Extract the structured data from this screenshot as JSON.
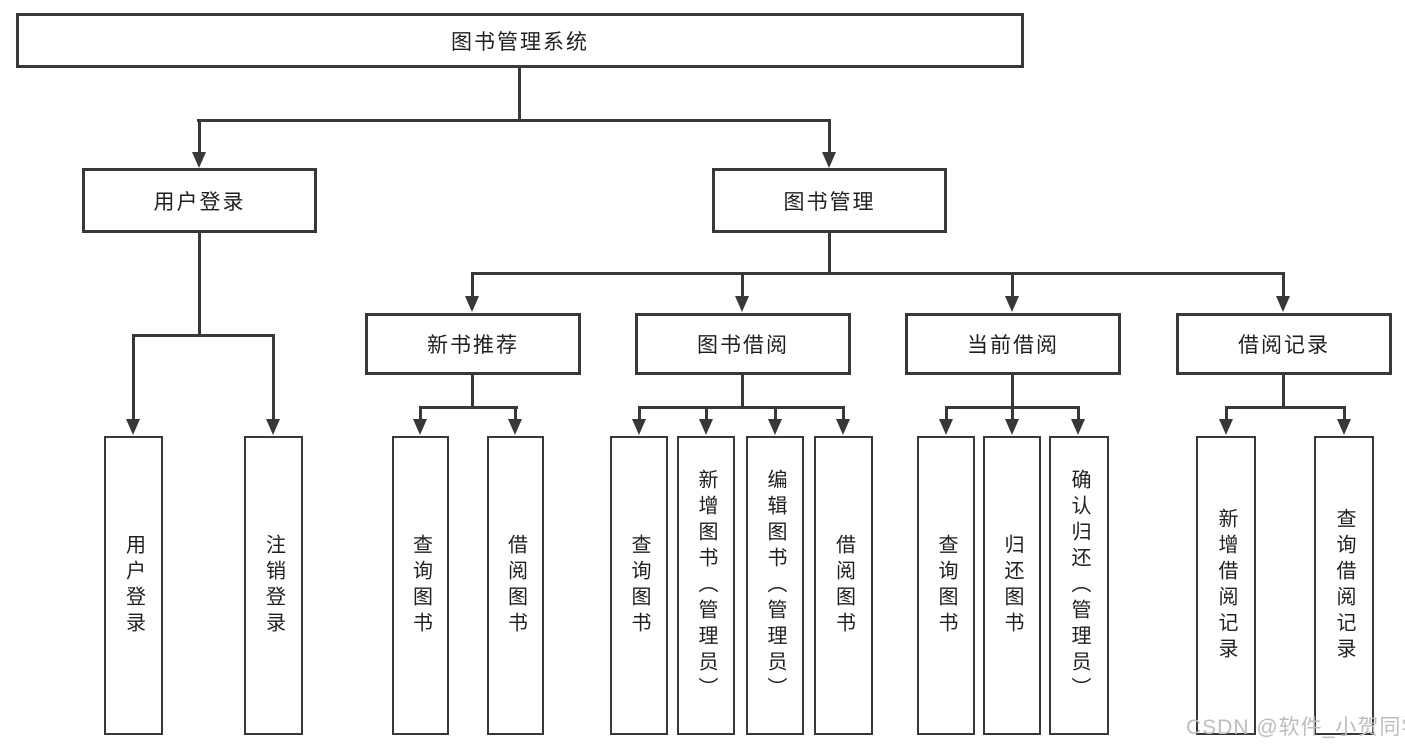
{
  "diagram": {
    "type": "hierarchy-tree",
    "root": {
      "label": "图书管理系统",
      "children": [
        {
          "label": "用户登录",
          "children": [
            {
              "label": "用户登录"
            },
            {
              "label": "注销登录"
            }
          ]
        },
        {
          "label": "图书管理",
          "children": [
            {
              "label": "新书推荐",
              "children": [
                {
                  "label": "查询图书"
                },
                {
                  "label": "借阅图书"
                }
              ]
            },
            {
              "label": "图书借阅",
              "children": [
                {
                  "label": "查询图书"
                },
                {
                  "label": "新增图书（管理员）"
                },
                {
                  "label": "编辑图书（管理员）"
                },
                {
                  "label": "借阅图书"
                }
              ]
            },
            {
              "label": "当前借阅",
              "children": [
                {
                  "label": "查询图书"
                },
                {
                  "label": "归还图书"
                },
                {
                  "label": "确认归还（管理员）"
                }
              ]
            },
            {
              "label": "借阅记录",
              "children": [
                {
                  "label": "新增借阅记录"
                },
                {
                  "label": "查询借阅记录"
                }
              ]
            }
          ]
        }
      ]
    }
  },
  "watermark": {
    "text": "CSDN @软件_小贺同学"
  },
  "colors": {
    "line": "#383838",
    "box_border": "#383838",
    "box_fill": "#ffffff",
    "text": "#1f1f1f",
    "watermark": "#bdbdbd",
    "bg": "#ffffff"
  }
}
